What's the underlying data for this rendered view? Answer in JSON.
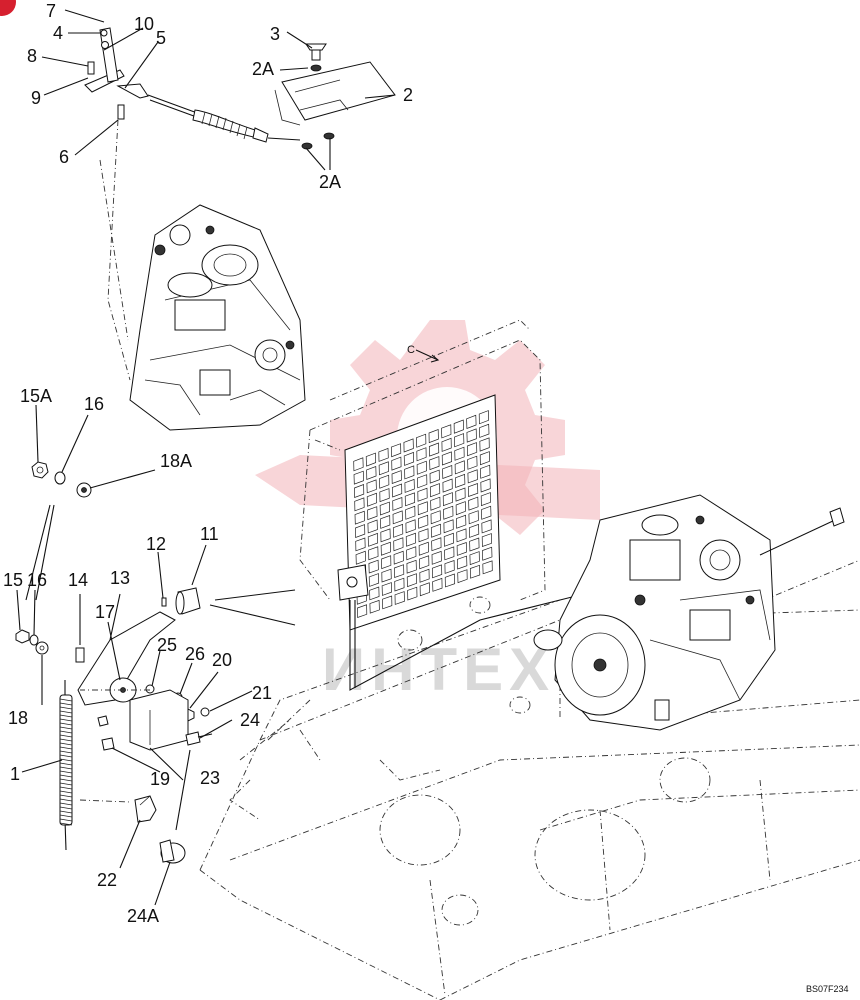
{
  "drawing": {
    "code": "BS07F234",
    "view_ref": "C",
    "watermark_text": "ИНТЕХ"
  },
  "callouts": [
    {
      "id": "7"
    },
    {
      "id": "4"
    },
    {
      "id": "10"
    },
    {
      "id": "5"
    },
    {
      "id": "8"
    },
    {
      "id": "9"
    },
    {
      "id": "6"
    },
    {
      "id": "3"
    },
    {
      "id": "2A"
    },
    {
      "id": "2"
    },
    {
      "id": "2A"
    },
    {
      "id": "15A"
    },
    {
      "id": "16"
    },
    {
      "id": "18A"
    },
    {
      "id": "12"
    },
    {
      "id": "11"
    },
    {
      "id": "15"
    },
    {
      "id": "16"
    },
    {
      "id": "14"
    },
    {
      "id": "13"
    },
    {
      "id": "17"
    },
    {
      "id": "25"
    },
    {
      "id": "26"
    },
    {
      "id": "20"
    },
    {
      "id": "21"
    },
    {
      "id": "18"
    },
    {
      "id": "1"
    },
    {
      "id": "24"
    },
    {
      "id": "19"
    },
    {
      "id": "23"
    },
    {
      "id": "22"
    },
    {
      "id": "24A"
    }
  ]
}
